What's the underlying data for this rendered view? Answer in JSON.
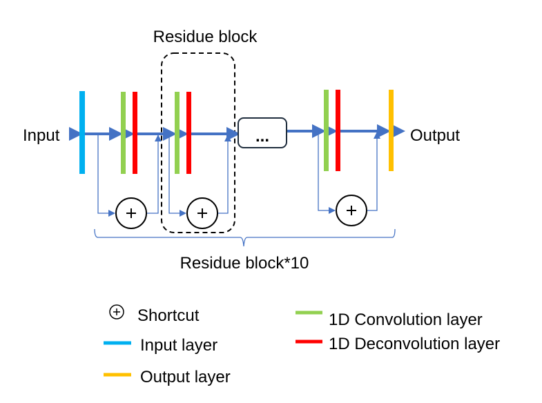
{
  "title": "Residual 1D convolution / deconvolution network diagram",
  "labels": {
    "input": "Input",
    "output": "Output",
    "residue_block": "Residue block",
    "residue_block_repeat": "Residue block*10",
    "ellipsis": "..."
  },
  "colors": {
    "input_layer": "#00B0F0",
    "conv_layer": "#92D050",
    "deconv_layer": "#FF0000",
    "output_layer": "#FFC000",
    "flow": "#4472C4",
    "outline": "#000000",
    "ellipsis_box_border": "#1F2D3D"
  },
  "layers_sequence": [
    {
      "id": "input",
      "type": "Input layer"
    },
    {
      "id": "block1-conv",
      "type": "1D Convolution layer"
    },
    {
      "id": "block1-deconv",
      "type": "1D Deconvolution layer"
    },
    {
      "id": "block2-conv",
      "type": "1D Convolution layer"
    },
    {
      "id": "block2-deconv",
      "type": "1D Deconvolution layer"
    },
    {
      "id": "ellipsis",
      "type": "..."
    },
    {
      "id": "blockN-conv",
      "type": "1D Convolution layer"
    },
    {
      "id": "blockN-deconv",
      "type": "1D Deconvolution layer"
    },
    {
      "id": "output",
      "type": "Output layer"
    }
  ],
  "shortcut_symbol": "+",
  "legend": {
    "items": [
      {
        "key": "shortcut",
        "label": "Shortcut"
      },
      {
        "key": "input_layer",
        "label": "Input layer"
      },
      {
        "key": "output_layer",
        "label": "Output layer"
      },
      {
        "key": "conv_layer",
        "label": "1D Convolution layer"
      },
      {
        "key": "deconv_layer",
        "label": "1D Deconvolution layer"
      }
    ]
  }
}
